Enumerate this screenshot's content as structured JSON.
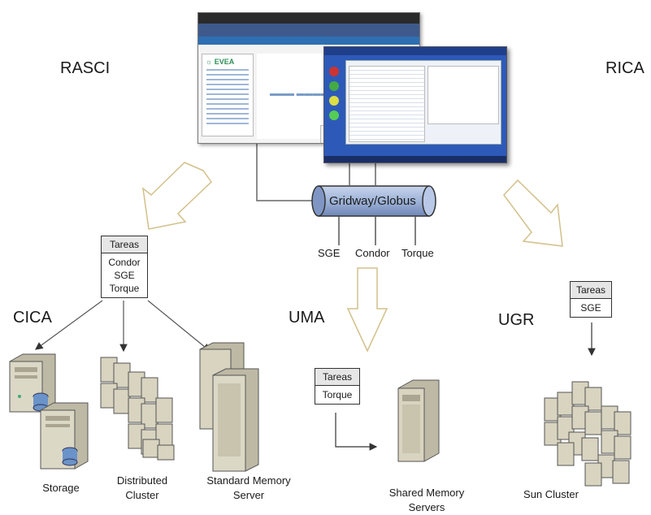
{
  "labels": {
    "rasci": "RASCI",
    "rica": "RICA",
    "cica": "CICA",
    "uma": "UMA",
    "ugr": "UGR"
  },
  "middleware": {
    "name": "Gridway/Globus",
    "schedulers": [
      "SGE",
      "Condor",
      "Torque"
    ]
  },
  "task_boxes": {
    "cica": {
      "header": "Tareas",
      "items": [
        "Condor",
        "SGE",
        "Torque"
      ]
    },
    "uma": {
      "header": "Tareas",
      "items": [
        "Torque"
      ]
    },
    "ugr": {
      "header": "Tareas",
      "items": [
        "SGE"
      ]
    }
  },
  "resources": {
    "storage": "Storage",
    "distributed_cluster": [
      "Distributed",
      "Cluster"
    ],
    "standard_memory_server": [
      "Standard Memory",
      "Server"
    ],
    "shared_memory_servers": [
      "Shared Memory",
      "Servers"
    ],
    "sun_cluster": "Sun Cluster"
  },
  "colors": {
    "cylinder": "#9fb4d8",
    "cylinder_dark": "#6f86b6",
    "hollow_arrow": "#d8c9a0",
    "server_body": "#d0ccb8",
    "line": "#555555"
  }
}
